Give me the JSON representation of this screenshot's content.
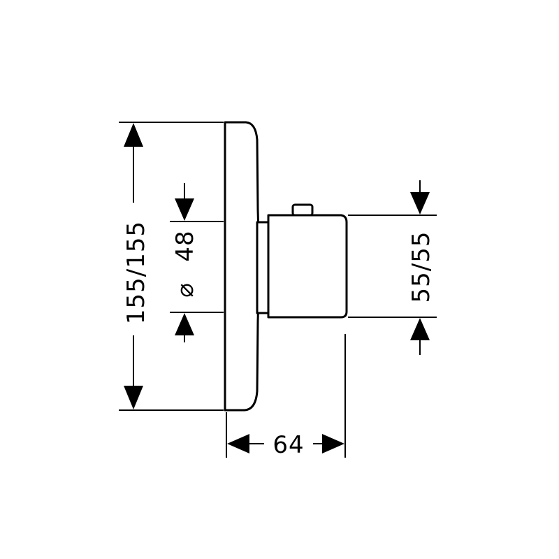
{
  "diagram": {
    "dimensions": {
      "height_total": "155/155",
      "diameter": "48",
      "diameter_symbol": "⌀",
      "body_height": "55/55",
      "depth": "64"
    },
    "line_color": "#000000",
    "background_color": "#ffffff"
  }
}
